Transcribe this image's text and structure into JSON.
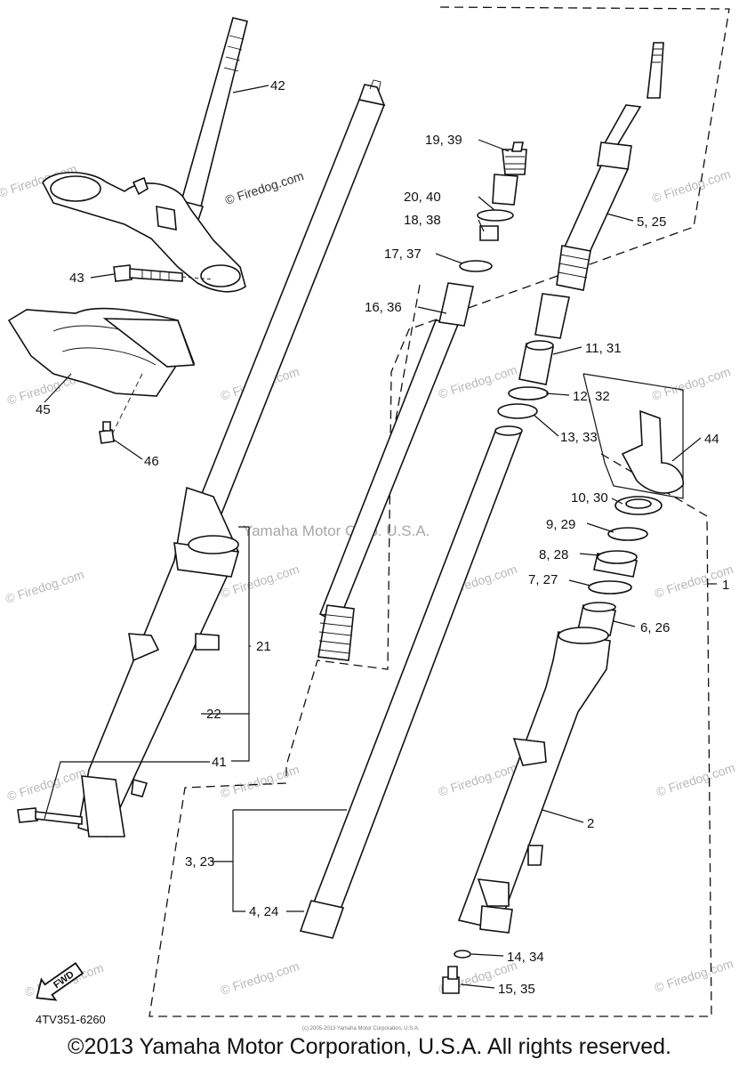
{
  "watermark": {
    "first": "© Firedog.com",
    "repeat": "© Firedog.com",
    "center": "Yamaha Motor Corp. U.S.A."
  },
  "diagram_code": "4TV351-6260",
  "fwd_label": "FWD",
  "tiny_credit": "(c) 2005-2013 Yamaha Motor Corporation, U.S.A.",
  "copyright": "©2013 Yamaha Motor Corporation, U.S.A. All rights reserved.",
  "callouts": {
    "c42": "42",
    "c43": "43",
    "c45": "45",
    "c46": "46",
    "c21": "21",
    "c22": "22",
    "c41": "41",
    "c19": "19, 39",
    "c20": "20, 40",
    "c18": "18, 38",
    "c17": "17, 37",
    "c16": "16, 36",
    "c5": "5, 25",
    "c11": "11, 31",
    "c12": "12, 32",
    "c13": "13, 33",
    "c44": "44",
    "c10": "10, 30",
    "c9": "9, 29",
    "c8": "8, 28",
    "c7": "7, 27",
    "c6": "6, 26",
    "c1": "1",
    "c2": "2",
    "c3": "3, 23",
    "c4": "4, 24",
    "c14": "14, 34",
    "c15": "15, 35"
  }
}
